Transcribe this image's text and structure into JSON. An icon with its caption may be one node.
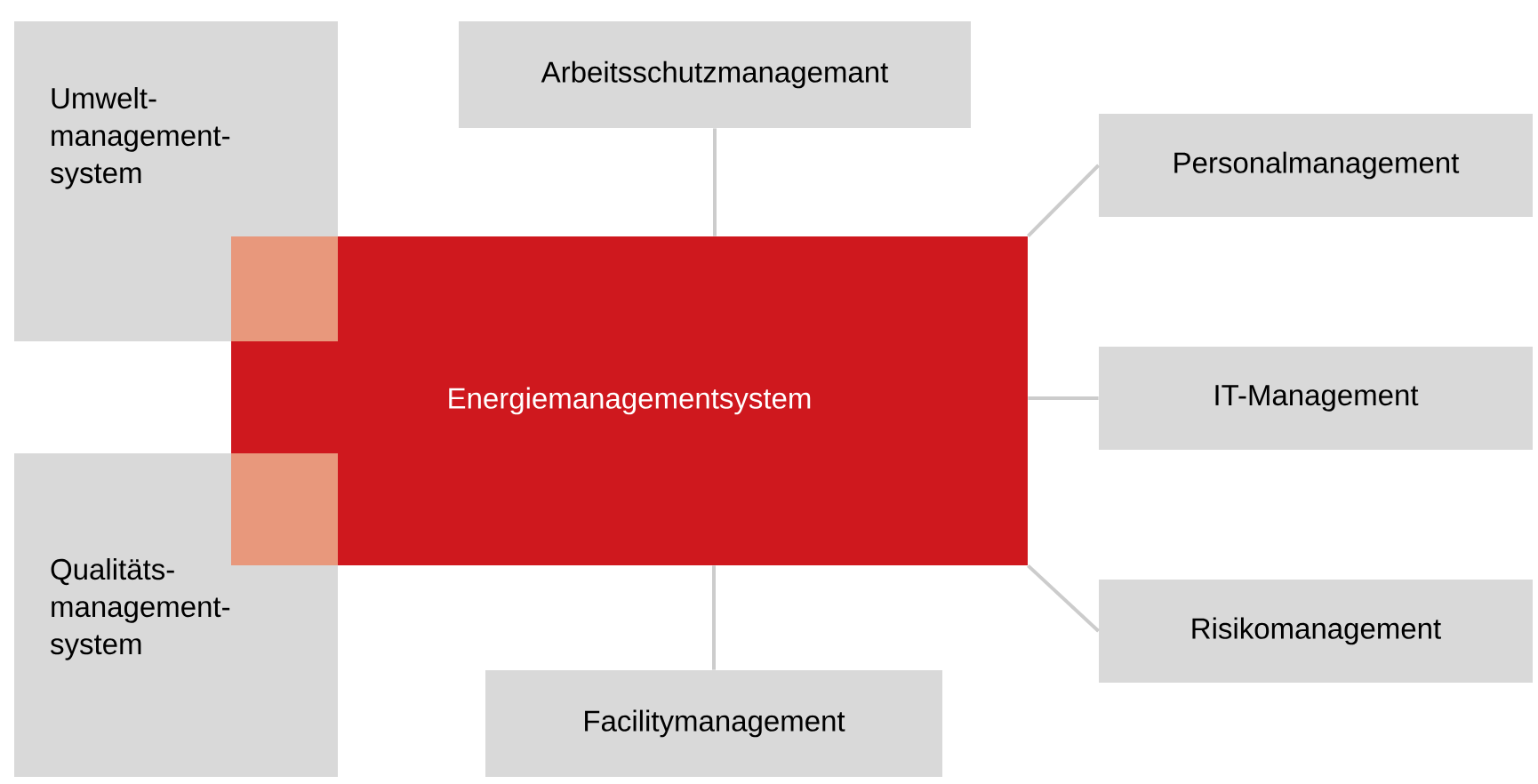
{
  "diagram": {
    "nodes": [
      {
        "text": [
          "Umwelt-management-system"
        ]
      },
      {
        "text": [
          "Arbeitsschutzmanagemant"
        ]
      },
      {
        "text": [
          "Personalmanagement"
        ]
      },
      {
        "text": [
          "Energiemanagementsystem"
        ]
      },
      {
        "text": [
          "IT-Management"
        ]
      },
      {
        "text": [
          "Qualitäts-management-system"
        ]
      },
      {
        "text": [
          "Risikomanagement"
        ]
      },
      {
        "text": [
          "Facilitymanagement"
        ]
      }
    ],
    "edges": [
      {
        "from": 3,
        "to": 1,
        "arrow": "none"
      },
      {
        "from": 3,
        "to": 2,
        "arrow": "none"
      },
      {
        "from": 3,
        "to": 4,
        "arrow": "none"
      },
      {
        "from": 3,
        "to": 6,
        "arrow": "none"
      },
      {
        "from": 3,
        "to": 7,
        "arrow": "none"
      }
    ]
  }
}
